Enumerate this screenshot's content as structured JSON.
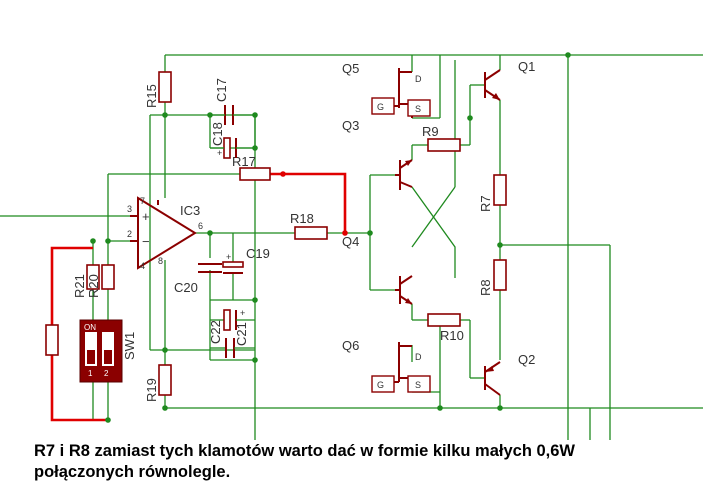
{
  "labels": {
    "ic3": "IC3",
    "q1": "Q1",
    "q2": "Q2",
    "q3": "Q3",
    "q4": "Q4",
    "q5": "Q5",
    "q6": "Q6",
    "r7": "R7",
    "r8": "R8",
    "r9": "R9",
    "r10": "R10",
    "r15": "R15",
    "r17": "R17",
    "r18": "R18",
    "r19": "R19",
    "r20": "R20",
    "r21": "R21",
    "c17": "C17",
    "c18": "C18",
    "c19": "C19",
    "c20": "C20",
    "c21": "C21",
    "c22": "C22",
    "sw1": "SW1",
    "sw_on": "ON",
    "sw_pin1": "1",
    "sw_pin2": "2",
    "mos_d": "D",
    "mos_g": "G",
    "mos_s": "S",
    "op_plus": "+",
    "op_minus": "−",
    "pin2": "2",
    "pin3": "3",
    "pin4": "4",
    "pin6": "6",
    "pin7": "7",
    "pin8": "8",
    "pol_plus": "+"
  },
  "note": {
    "line1": "R7 i R8 zamiast tych klamotów warto dać w formie kilku małych 0,6W",
    "line2": "połączonych równolegle."
  },
  "colors": {
    "wire": "#1f8a1f",
    "highlight_wire": "#e00000",
    "component": "#8b0000",
    "label": "#333333"
  }
}
